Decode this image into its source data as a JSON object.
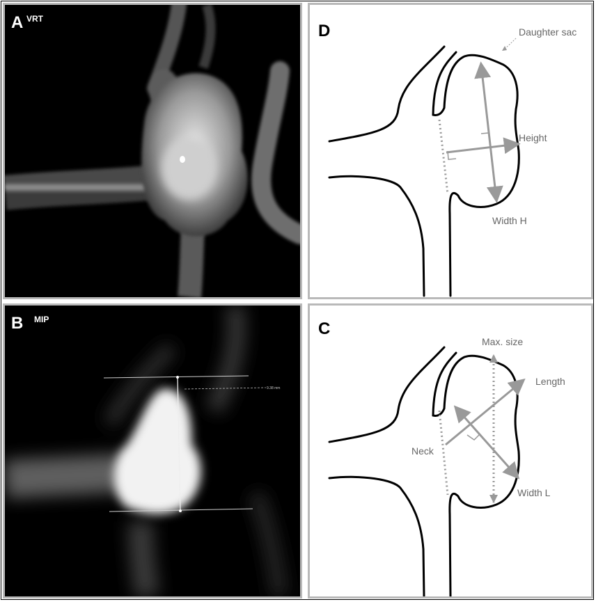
{
  "panels": {
    "a": {
      "letter": "A",
      "label": "VRT"
    },
    "b": {
      "letter": "B",
      "label": "MIP",
      "measurement": "9.38 mm"
    },
    "d": {
      "letter": "D",
      "labels": {
        "daughter_sac": "Daughter sac",
        "height": "Height",
        "width_h": "Width H"
      }
    },
    "c": {
      "letter": "C",
      "labels": {
        "max_size": "Max. size",
        "length": "Length",
        "neck": "Neck",
        "width_l": "Width L"
      }
    }
  },
  "colors": {
    "panel_border": "#b9b9b9",
    "arrow": "#999999",
    "outline": "#000000"
  }
}
